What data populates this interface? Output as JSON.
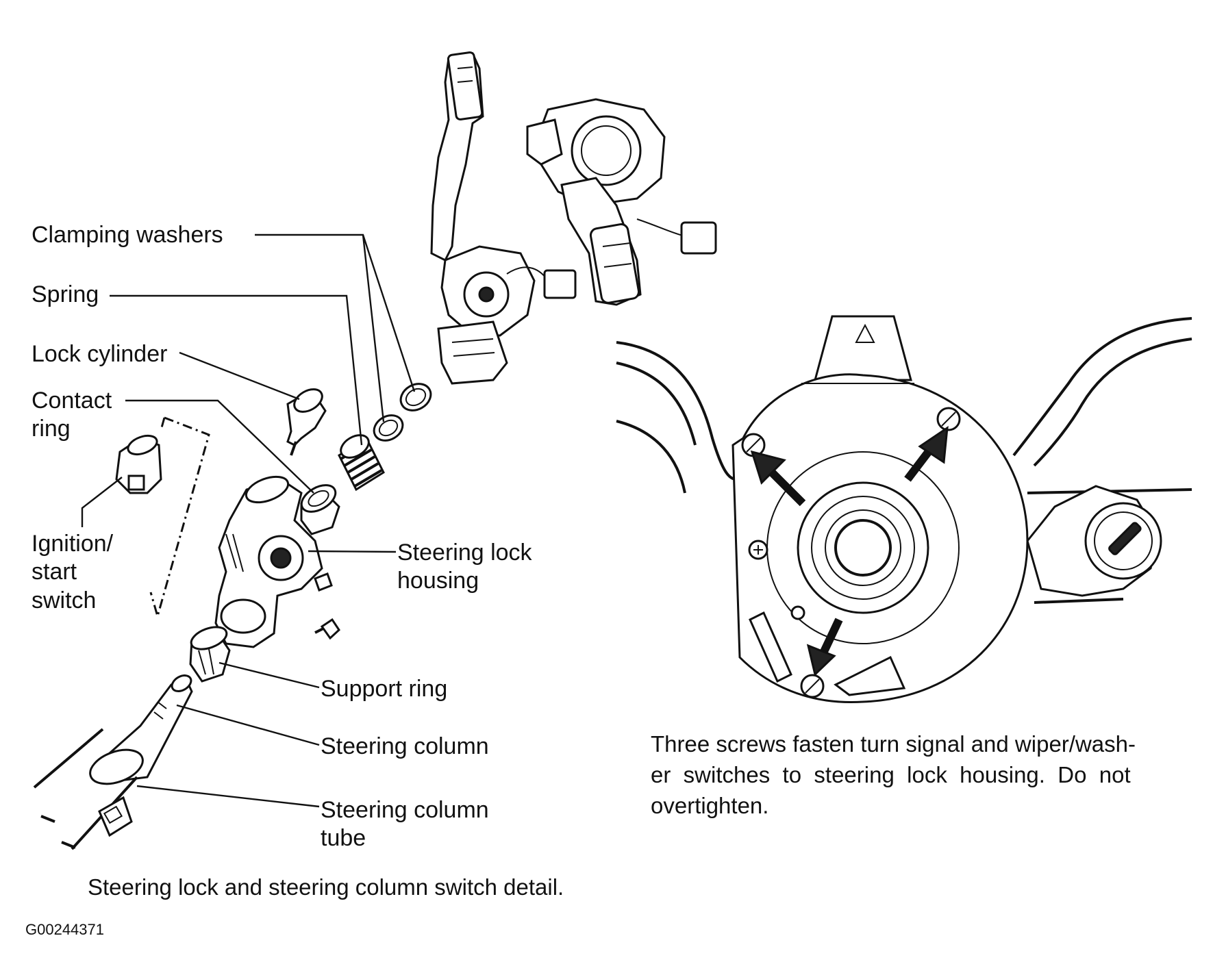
{
  "labels": {
    "clamping_washers": "Clamping washers",
    "spring": "Spring",
    "lock_cylinder": "Lock cylinder",
    "contact_ring_1": "Contact",
    "contact_ring_2": "ring",
    "ignition_1": "Ignition/",
    "ignition_2": "start",
    "ignition_3": "switch",
    "steering_lock_housing_1": "Steering lock",
    "steering_lock_housing_2": "housing",
    "support_ring": "Support ring",
    "steering_column": "Steering column",
    "steering_column_tube_1": "Steering column",
    "steering_column_tube_2": "tube"
  },
  "captions": {
    "right_1": "Three screws fasten turn signal and wiper/wash-",
    "right_2": "er  switches  to  steering  lock  housing.  Do  not",
    "right_3": "overtighten.",
    "left": "Steering lock and steering column switch detail."
  },
  "figure_code": "G00244371"
}
